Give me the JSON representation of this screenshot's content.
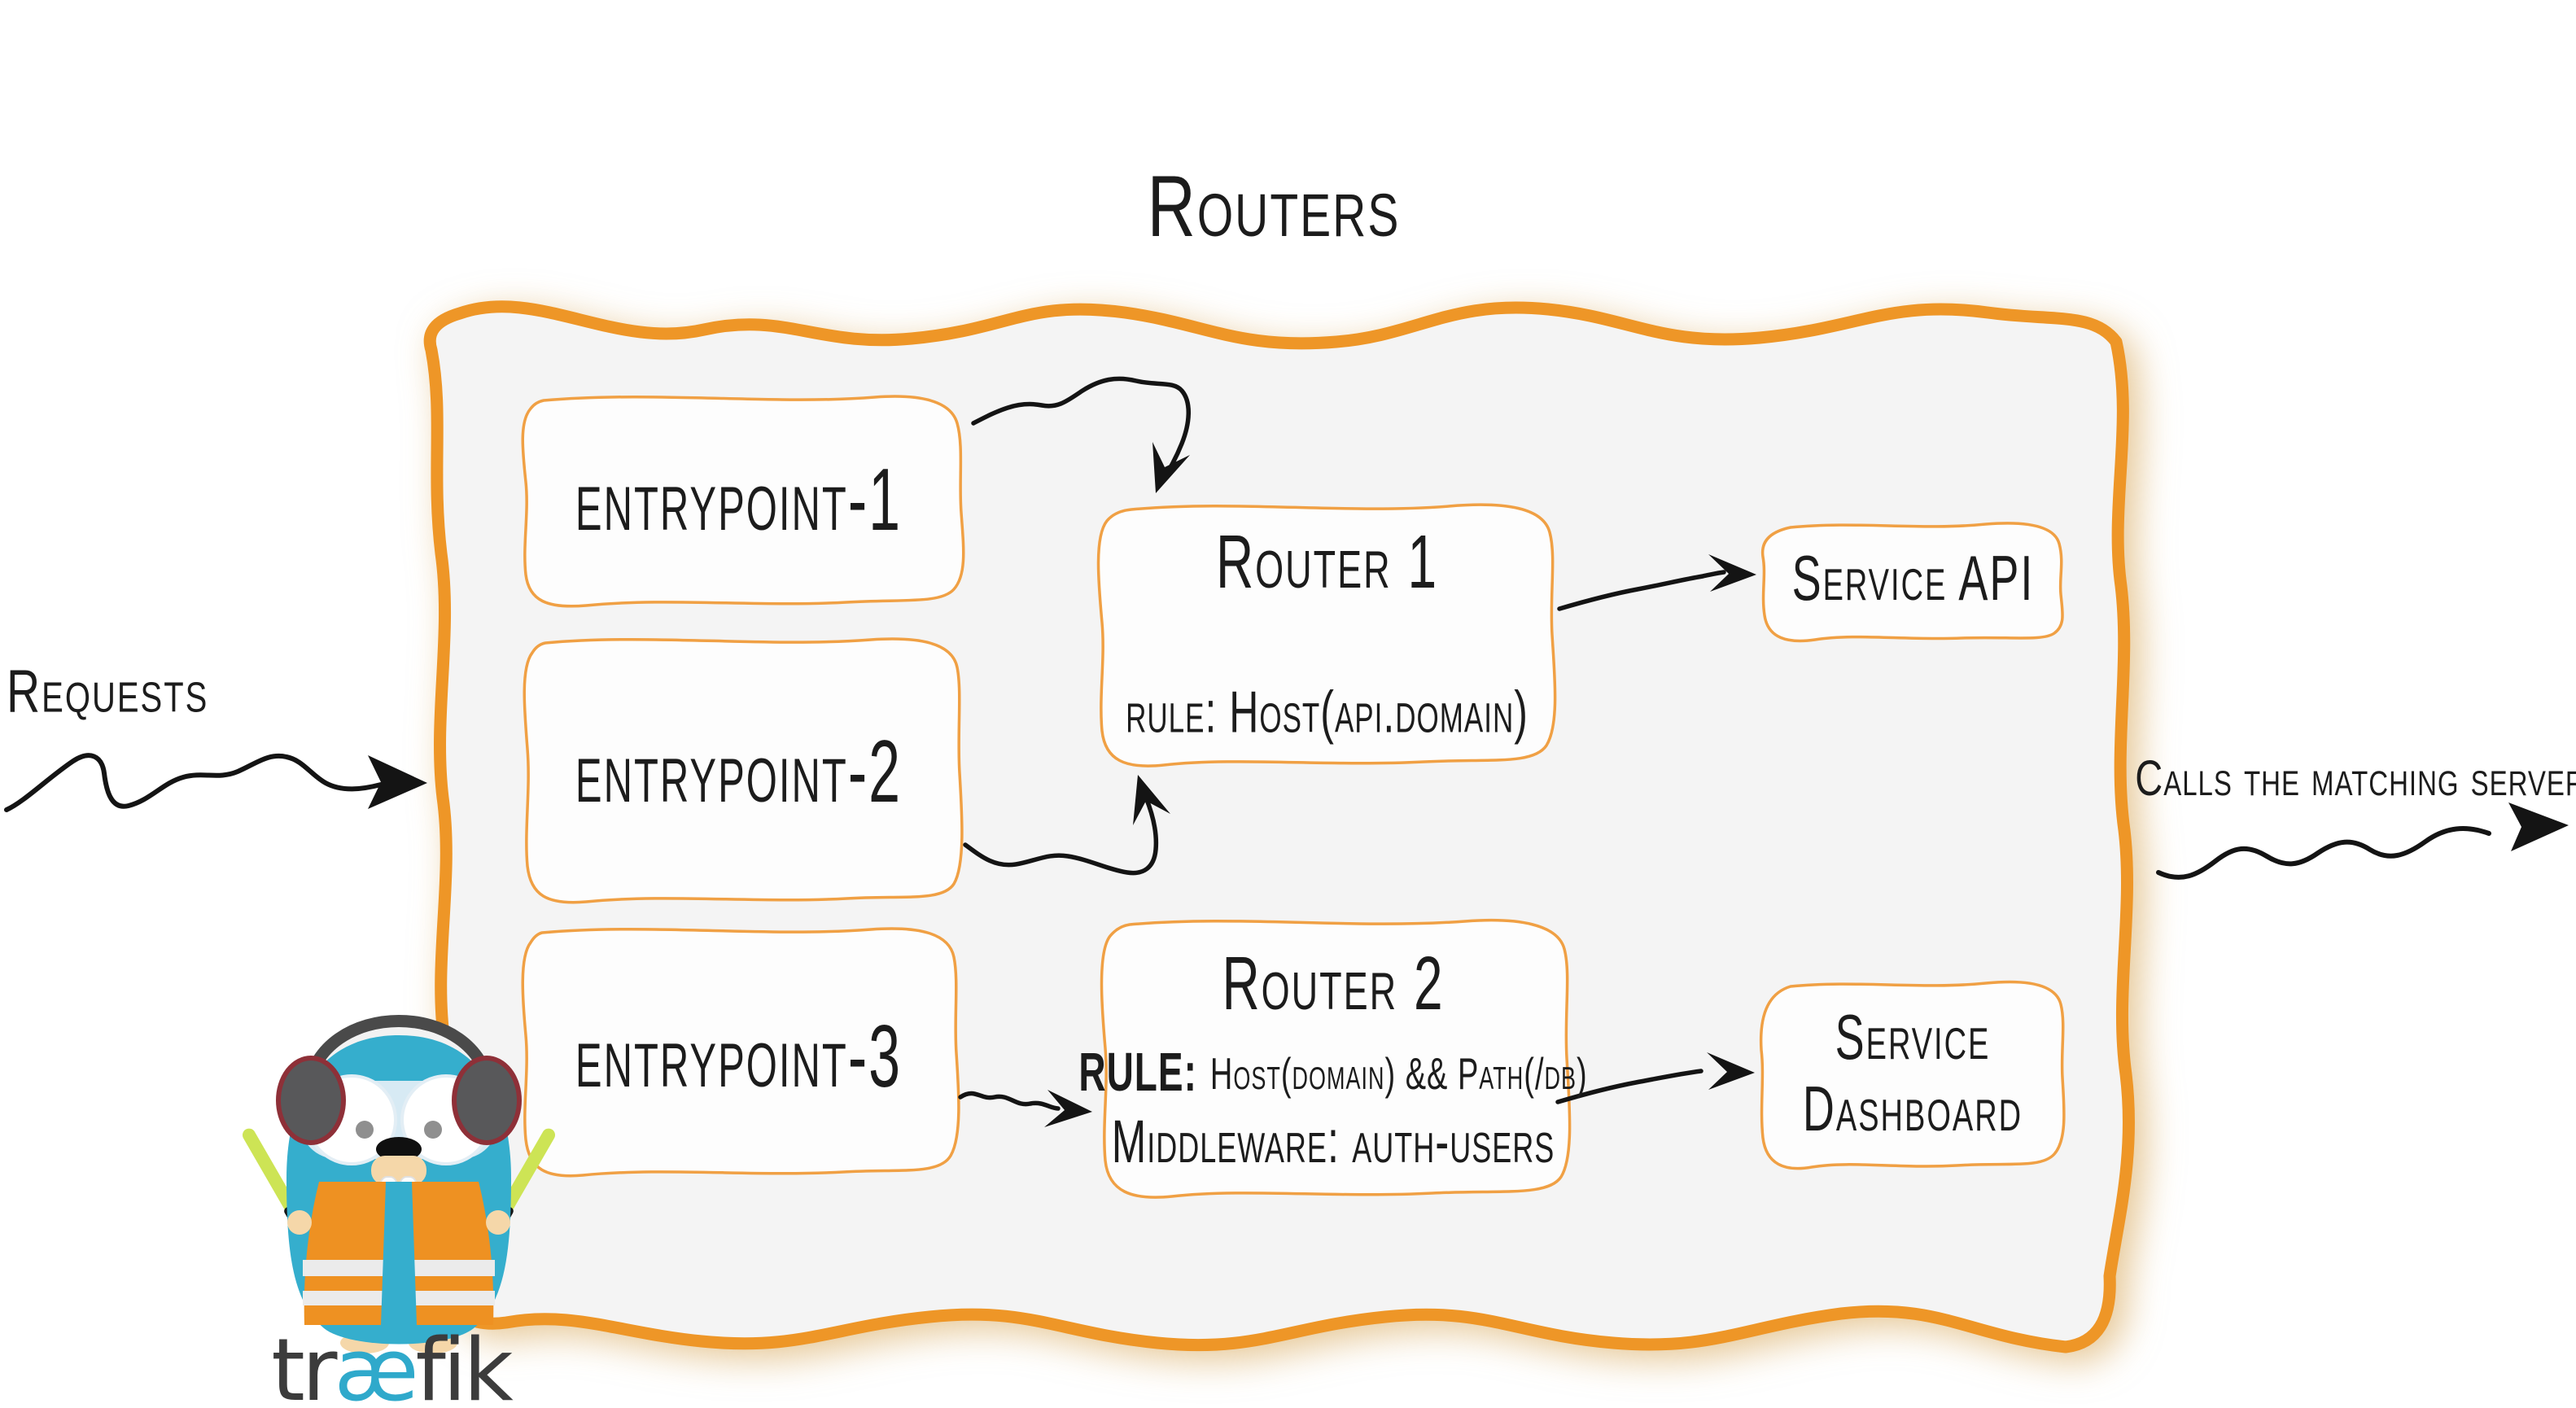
{
  "diagram": {
    "title": "Routers",
    "annotations": {
      "requests": "Requests",
      "calls": "Calls the matching server"
    },
    "entrypoints": [
      {
        "label": "entrypoint-1"
      },
      {
        "label": "entrypoint-2"
      },
      {
        "label": "entrypoint-3"
      }
    ],
    "routers": [
      {
        "title": "Router 1",
        "rule": "rule: Host(api.domain)"
      },
      {
        "title": "Router 2",
        "rule_label": "RULE:",
        "rule": "Host(domain) && Path(/db)",
        "middleware": "Middleware: auth-users"
      }
    ],
    "services": [
      {
        "lines": [
          "Service API"
        ]
      },
      {
        "lines": [
          "Service",
          "Dashboard"
        ]
      }
    ],
    "logo": {
      "pre": "tr",
      "ae": "æ",
      "post": "fik"
    },
    "colors": {
      "container_border": "#EE9627",
      "box_border": "#F0A044",
      "ink": "#1C1C1C",
      "container_bg": "#F4F4F4",
      "box_bg": "#FDFDFD",
      "brand_blue": "#2FA9CB",
      "brand_gray": "#3C3C3C",
      "gopher_blue": "#35AECD",
      "vest_orange": "#EE9122",
      "baton_green": "#CDE455"
    }
  }
}
